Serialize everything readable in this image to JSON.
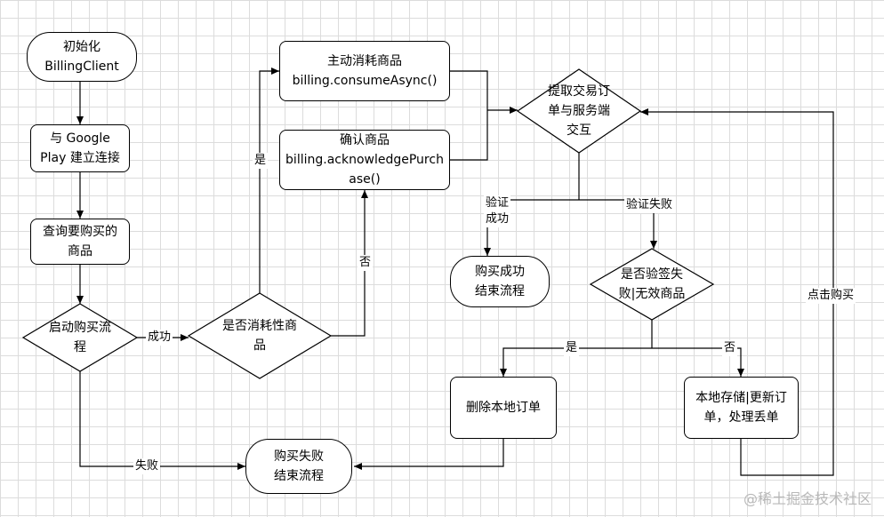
{
  "nodes": {
    "init": "初始化\nBillingClient",
    "connect": "与 Google\nPlay 建立连接",
    "query": "查询要购买的\n商品",
    "start": "启动购买流\n程",
    "consumable": "是否消耗性商\n品",
    "consume": "主动消耗商品\nbilling.consumeAsync()",
    "ack": "确认商品\nbilling.acknowledgePurch\nase()",
    "server": "提取交易订\n单与服务端\n交互",
    "success_end": "购买成功\n结束流程",
    "verify_fail_check": "是否验签失\n败|无效商品",
    "delete_local": "删除本地订单",
    "store_local": "本地存储|更新订\n单，处理丢单",
    "fail_end": "购买失败\n结束流程"
  },
  "edge_labels": {
    "start_success": "成功",
    "start_fail": "失败",
    "yes_consume": "是",
    "no_ack": "否",
    "verify_success": "验证\n成功",
    "verify_fail": "验证失败",
    "invalid_yes": "是",
    "invalid_no": "否",
    "click_buy": "点击购买"
  },
  "watermark": "@稀土掘金技术社区"
}
